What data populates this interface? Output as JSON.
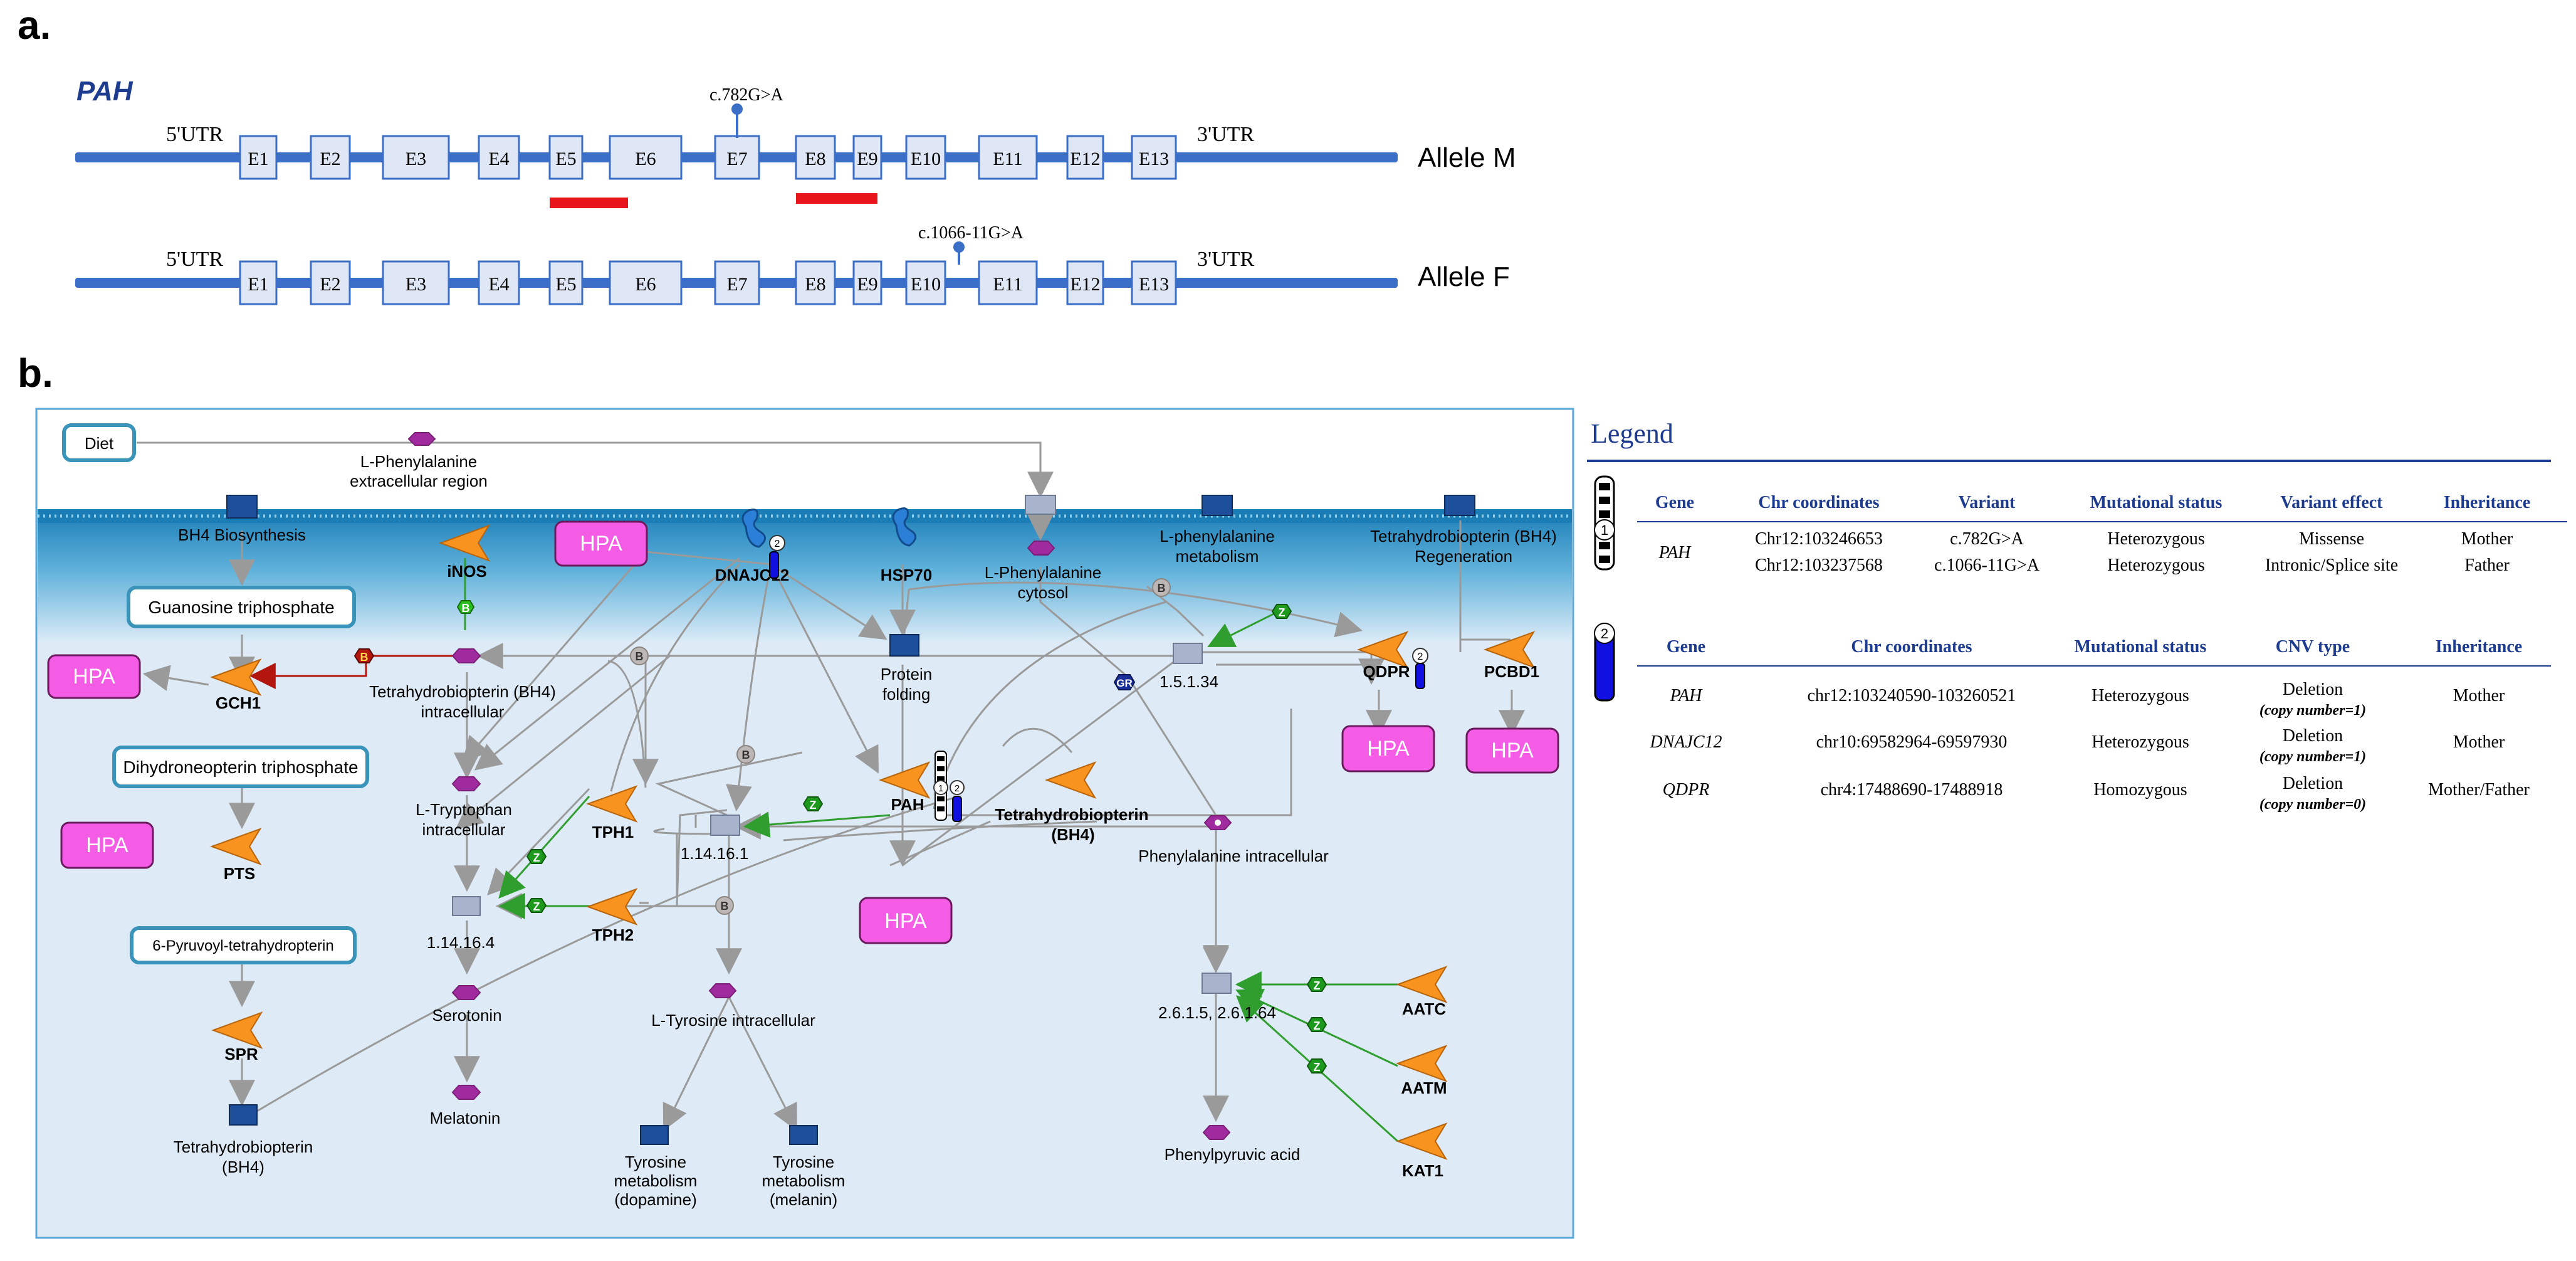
{
  "panel_a": {
    "label": "a.",
    "gene": "PAH",
    "utr5": "5'UTR",
    "utr3": "3'UTR",
    "exons": [
      "E1",
      "E2",
      "E3",
      "E4",
      "E5",
      "E6",
      "E7",
      "E8",
      "E9",
      "E10",
      "E11",
      "E12",
      "E13"
    ],
    "allele_m": {
      "label": "Allele M",
      "variant": "c.782G>A"
    },
    "allele_f": {
      "label": "Allele F",
      "variant": "c.1066-11G>A"
    }
  },
  "panel_b": {
    "label": "b.",
    "nodes": {
      "diet": "Diet",
      "lphe_extra": [
        "L-Phenylalanine",
        "extracellular region"
      ],
      "bh4_biosynthesis": "BH4 Biosynthesis",
      "inos": "iNOS",
      "hpa": "HPA",
      "dnajc12": "DNAJC12",
      "hsp70": "HSP70",
      "lphe_cytosol": [
        "L-Phenylalanine",
        "cytosol"
      ],
      "lphe_metabolism": [
        "L-phenylalanine",
        "metabolism"
      ],
      "bh4_regen": [
        "Tetrahydrobiopterin (BH4)",
        "Regeneration"
      ],
      "gtp": "Guanosine triphosphate",
      "gch1": "GCH1",
      "bh4_intra": [
        "Tetrahydrobiopterin (BH4)",
        "intracellular"
      ],
      "protein_folding": [
        "Protein",
        "folding"
      ],
      "ec_15134": "1.5.1.34",
      "qdpr": "QDPR",
      "pcbd1": "PCBD1",
      "dhnp": "Dihydroneopterin triphosphate",
      "ltrp": [
        "L-Tryptophan",
        "intracellular"
      ],
      "tph1": "TPH1",
      "pah": "PAH",
      "bh4_mid": [
        "Tetrahydrobiopterin",
        "(BH4)"
      ],
      "pts": "PTS",
      "ec_114161": "1.14.16.1",
      "phe_intra": "Phenylalanine intracellular",
      "pyruvoyl": "6-Pyruvoyl-tetrahydropterin",
      "ec_114164": "1.14.16.4",
      "tph2": "TPH2",
      "serotonin": "Serotonin",
      "ltyr": "L-Tyrosine intracellular",
      "ec_2615": "2.6.1.5, 2.6.1.64",
      "aatc": "AATC",
      "aatm": "AATM",
      "kat1": "KAT1",
      "spr": "SPR",
      "melatonin": "Melatonin",
      "bh4_bottom": [
        "Tetrahydrobiopterin",
        "(BH4)"
      ],
      "tyr_dopamine": [
        "Tyrosine",
        "metabolism",
        "(dopamine)"
      ],
      "tyr_melanin": [
        "Tyrosine",
        "metabolism",
        "(melanin)"
      ],
      "phenylpyruvic": "Phenylpyruvic acid"
    },
    "badges": {
      "B": "B",
      "Z": "Z",
      "GR": "GR",
      "n1": "1",
      "n2": "2"
    }
  },
  "legend": {
    "title": "Legend",
    "table1": {
      "headers": [
        "Gene",
        "Chr coordinates",
        "Variant",
        "Mutational status",
        "Variant effect",
        "Inheritance"
      ],
      "gene": "PAH",
      "rows": [
        [
          "Chr12:103246653",
          "c.782G>A",
          "Heterozygous",
          "Missense",
          "Mother"
        ],
        [
          "Chr12:103237568",
          "c.1066-11G>A",
          "Heterozygous",
          "Intronic/Splice site",
          "Father"
        ]
      ]
    },
    "table2": {
      "headers": [
        "Gene",
        "Chr coordinates",
        "Mutational status",
        "CNV type",
        "Inheritance"
      ],
      "rows": [
        [
          "PAH",
          "chr12:103240590-103260521",
          "Heterozygous",
          "Deletion",
          "(copy number=1)",
          "Mother"
        ],
        [
          "DNAJC12",
          "chr10:69582964-69597930",
          "Heterozygous",
          "Deletion",
          "(copy number=1)",
          "Mother"
        ],
        [
          "QDPR",
          "chr4:17488690-17488918",
          "Homozygous",
          "Deletion",
          "(copy number=0)",
          "Mother/Father"
        ]
      ]
    }
  },
  "colors": {
    "exon_fill": "#dfe6f5",
    "exon_line": "#3b6ec7",
    "deletion": "#e8161b",
    "hpa": "#f45ce6",
    "gene_orange": "#f7931e",
    "metabolite": "#a02b9e",
    "z_badge": "#1d9a1d",
    "b_badge": "#a09a96",
    "bh4_badge": "#b3150f",
    "legend_blue": "#1d3b8f"
  }
}
